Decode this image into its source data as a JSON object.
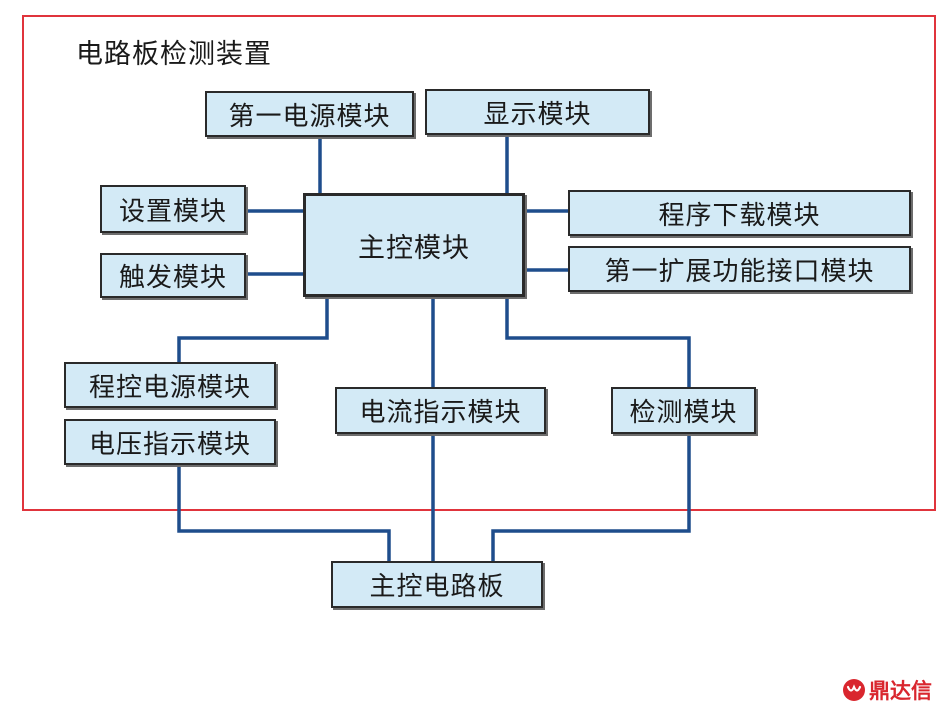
{
  "container": {
    "title": "电路板检测装置"
  },
  "modules": {
    "power1": "第一电源模块",
    "display": "显示模块",
    "settings": "设置模块",
    "trigger": "触发模块",
    "main_control": "主控模块",
    "program_download": "程序下载模块",
    "expansion_interface": "第一扩展功能接口模块",
    "programmable_power": "程控电源模块",
    "voltage_indicator": "电压指示模块",
    "current_indicator": "电流指示模块",
    "detection": "检测模块"
  },
  "external": {
    "board": "主控电路板"
  },
  "watermark": {
    "text": "鼎达信"
  },
  "colors": {
    "frame": "#e0343c",
    "wire": "#1e4d8c",
    "box_fill": "#d3eaf6",
    "logo": "#d9262e"
  }
}
